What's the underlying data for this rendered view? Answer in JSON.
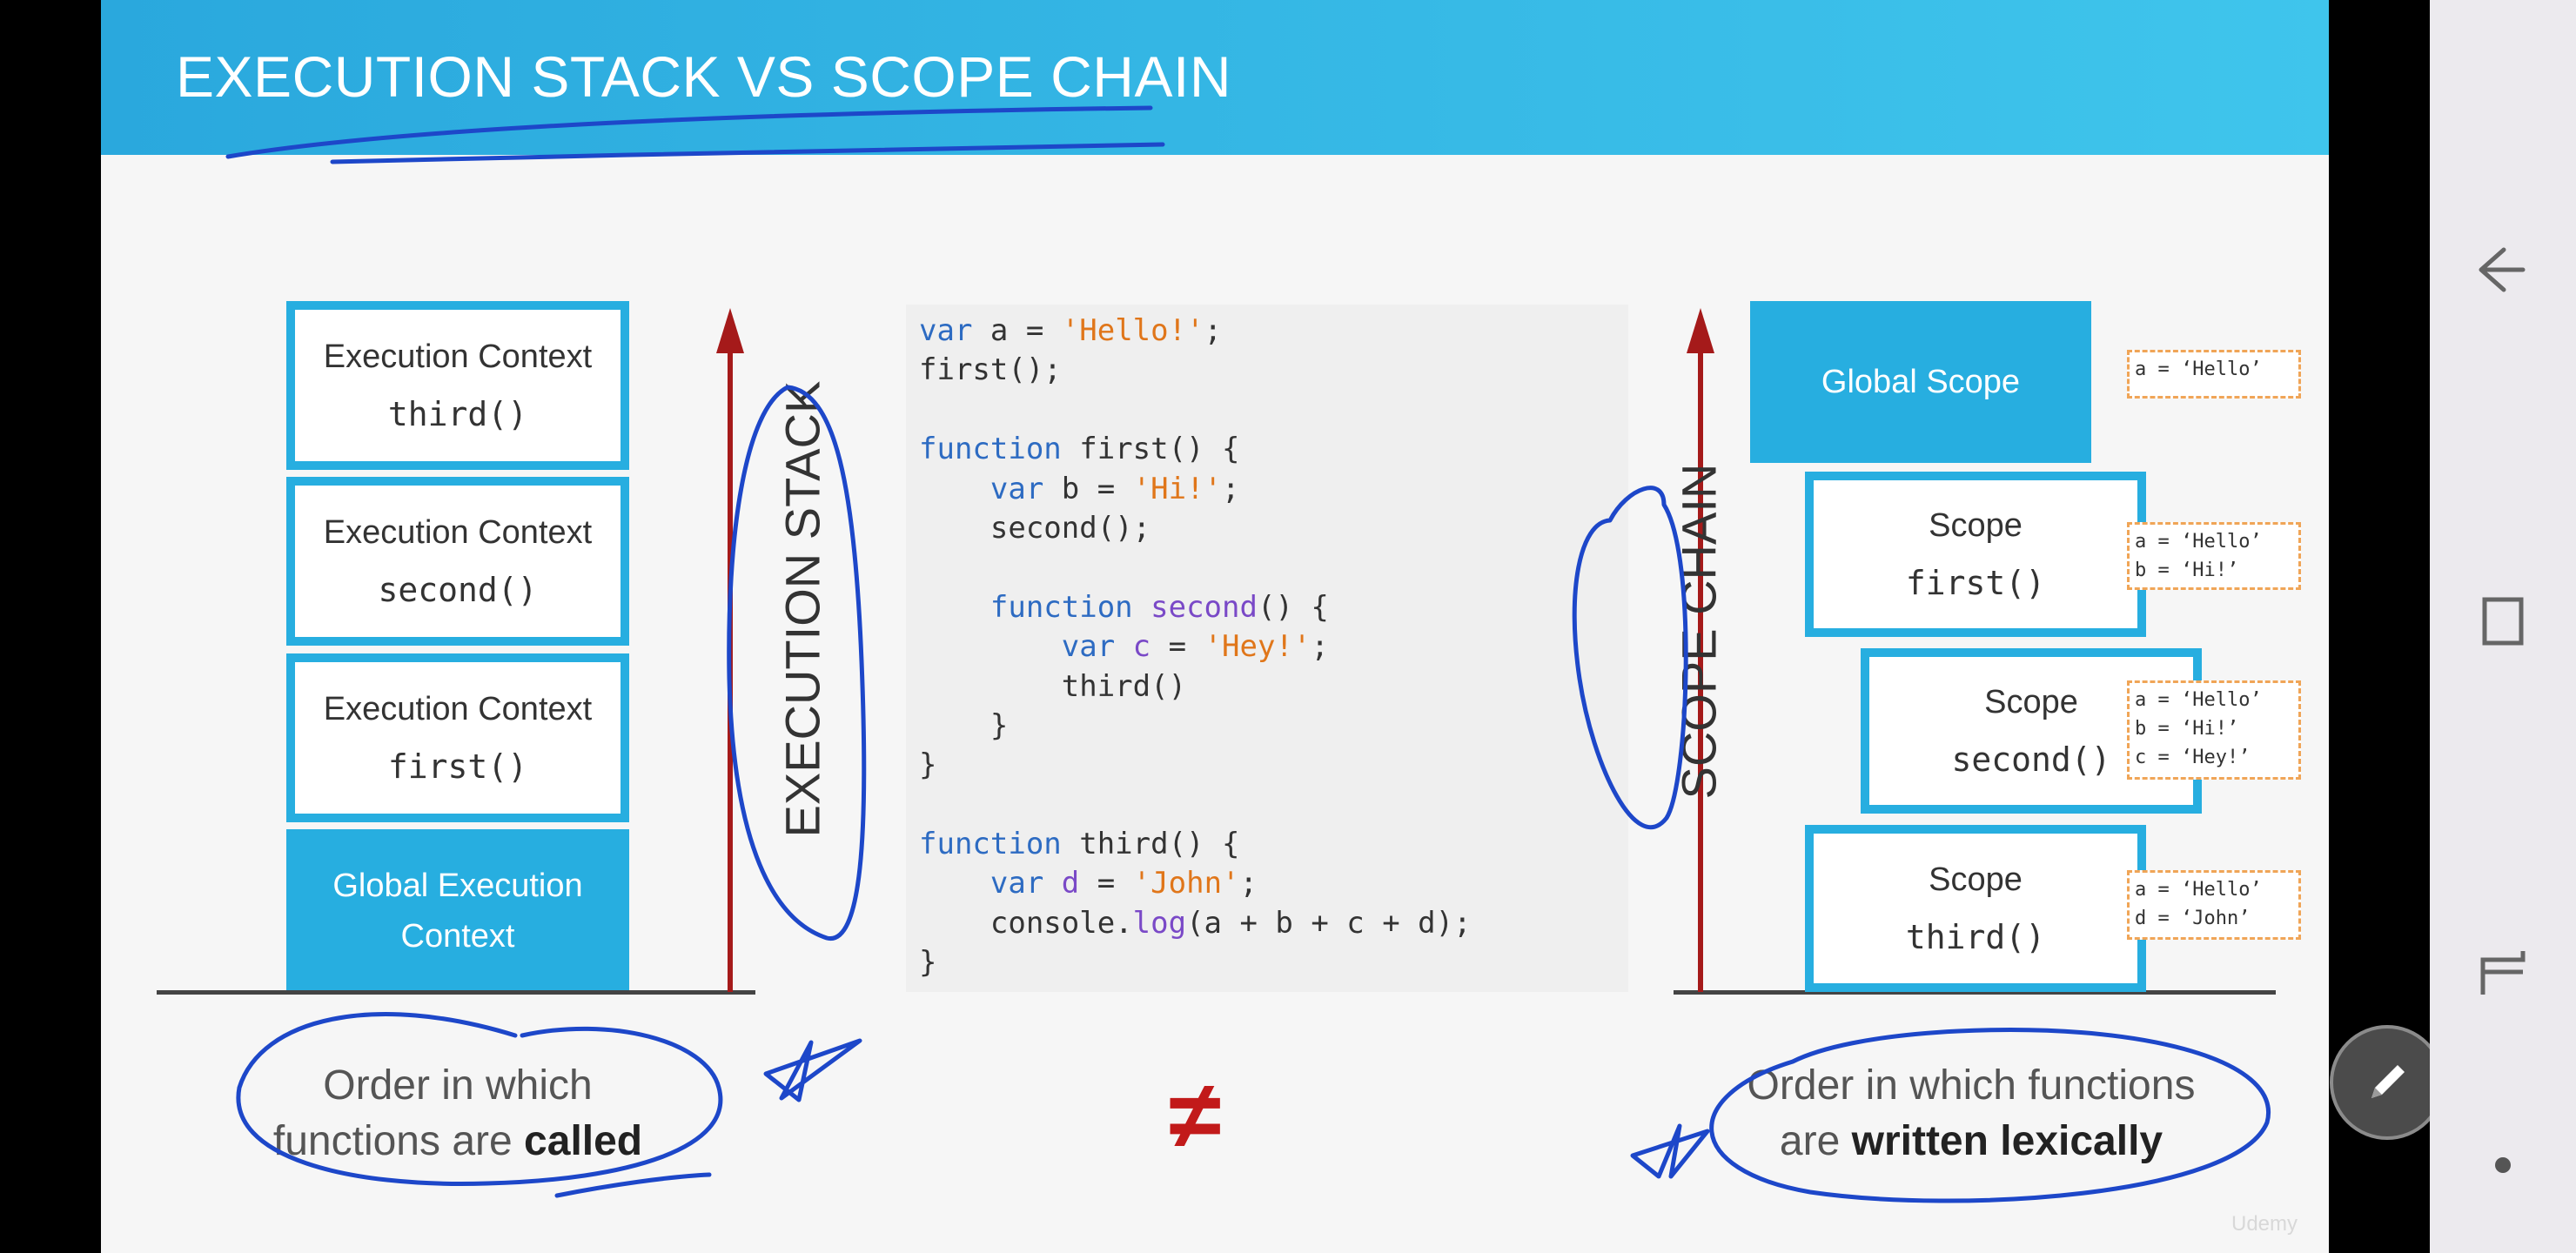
{
  "slide": {
    "title": "EXECUTION STACK VS SCOPE CHAIN",
    "watermark": "Udemy"
  },
  "execution_stack": {
    "contexts": [
      {
        "label": "Execution Context",
        "fn": "third()"
      },
      {
        "label": "Execution Context",
        "fn": "second()"
      },
      {
        "label": "Execution Context",
        "fn": "first()"
      }
    ],
    "global_line1": "Global Execution",
    "global_line2": "Context",
    "axis_label": "EXECUTION STACK",
    "caption_line1": "Order in which",
    "caption_line2_prefix": "functions are ",
    "caption_line2_bold": "called"
  },
  "code": {
    "lines": [
      [
        {
          "t": "var",
          "c": "kw"
        },
        {
          "t": " a = "
        },
        {
          "t": "'Hello!'",
          "c": "str"
        },
        {
          "t": ";"
        }
      ],
      [
        {
          "t": "first();"
        }
      ],
      [],
      [
        {
          "t": "function",
          "c": "kw"
        },
        {
          "t": " first() {"
        }
      ],
      [
        {
          "t": "    "
        },
        {
          "t": "var",
          "c": "kw"
        },
        {
          "t": " b = "
        },
        {
          "t": "'Hi!'",
          "c": "str"
        },
        {
          "t": ";"
        }
      ],
      [
        {
          "t": "    second();"
        }
      ],
      [],
      [
        {
          "t": "    "
        },
        {
          "t": "function",
          "c": "kw"
        },
        {
          "t": " "
        },
        {
          "t": "second",
          "c": "fn"
        },
        {
          "t": "() {"
        }
      ],
      [
        {
          "t": "        "
        },
        {
          "t": "var",
          "c": "kw"
        },
        {
          "t": " "
        },
        {
          "t": "c",
          "c": "fn"
        },
        {
          "t": " = "
        },
        {
          "t": "'Hey!'",
          "c": "str"
        },
        {
          "t": ";"
        }
      ],
      [
        {
          "t": "        third()"
        }
      ],
      [
        {
          "t": "    }"
        }
      ],
      [
        {
          "t": "}"
        }
      ],
      [],
      [
        {
          "t": "function",
          "c": "kw"
        },
        {
          "t": " third() {"
        }
      ],
      [
        {
          "t": "    "
        },
        {
          "t": "var",
          "c": "kw"
        },
        {
          "t": " "
        },
        {
          "t": "d",
          "c": "fn"
        },
        {
          "t": " = "
        },
        {
          "t": "'John'",
          "c": "str"
        },
        {
          "t": ";"
        }
      ],
      [
        {
          "t": "    console."
        },
        {
          "t": "log",
          "c": "fn"
        },
        {
          "t": "(a + b + c + d);"
        }
      ],
      [
        {
          "t": "}"
        }
      ]
    ]
  },
  "not_equal_symbol": "≠",
  "scope_chain": {
    "global_label": "Global Scope",
    "scopes": [
      {
        "label": "Scope",
        "fn": "first()"
      },
      {
        "label": "Scope",
        "fn": "second()"
      },
      {
        "label": "Scope",
        "fn": "third()"
      }
    ],
    "vars": [
      "a = ‘Hello’",
      "a = ‘Hello’\nb = ‘Hi!’",
      "a = ‘Hello’\nb = ‘Hi!’\nc = ‘Hey!’",
      "a = ‘Hello’\nd = ‘John’"
    ],
    "axis_label": "SCOPE CHAIN",
    "caption_line1": "Order in which functions",
    "caption_line2_prefix": "are ",
    "caption_line2_bold": "written lexically"
  },
  "navbar": {
    "icons": [
      "back-icon",
      "recents-icon",
      "home-icon"
    ]
  },
  "colors": {
    "accent_blue": "#27aee0",
    "arrow_red": "#a51a1a",
    "annotation_ink": "#1d47c9"
  }
}
